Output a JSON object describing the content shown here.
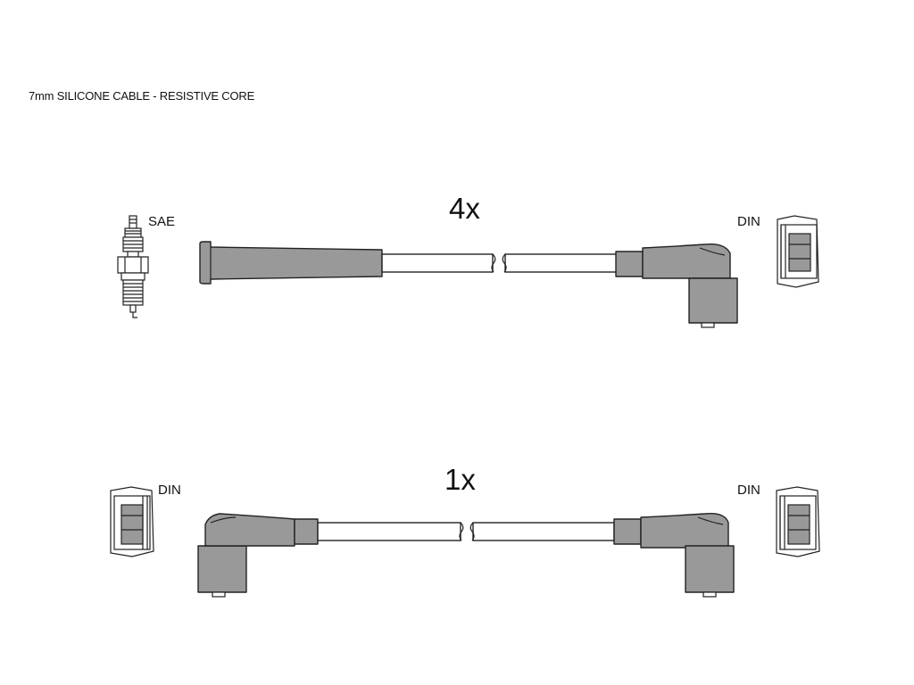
{
  "header": {
    "subtitle": "7mm SILICONE CABLE - RESISTIVE CORE"
  },
  "rows": [
    {
      "quantity": "4x",
      "left_label": "SAE",
      "left_terminal_icon": "spark-plug-icon",
      "right_label": "DIN",
      "right_terminal_icon": "din-terminal-icon"
    },
    {
      "quantity": "1x",
      "left_label": "DIN",
      "left_terminal_icon": "din-terminal-icon",
      "right_label": "DIN",
      "right_terminal_icon": "din-terminal-icon"
    }
  ],
  "colors": {
    "boot": "#999999",
    "outline": "#222222",
    "background": "#ffffff"
  }
}
